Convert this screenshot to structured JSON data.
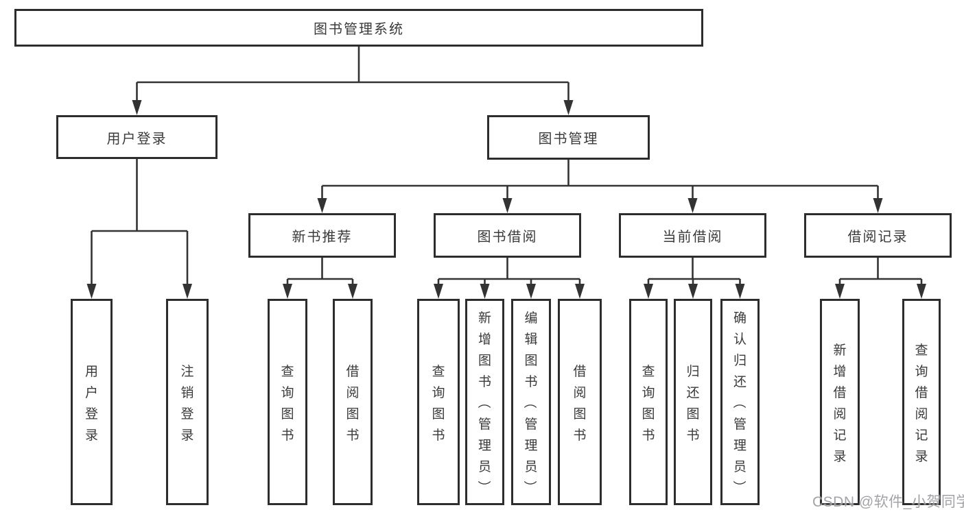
{
  "diagram": {
    "title": "图书管理系统",
    "root": {
      "label": "图书管理系统"
    },
    "branches": [
      {
        "label": "用户登录",
        "children": [
          {
            "label": "用户登录"
          },
          {
            "label": "注销登录"
          }
        ]
      },
      {
        "label": "图书管理",
        "children": [
          {
            "label": "新书推荐",
            "children": [
              {
                "label": "查询图书"
              },
              {
                "label": "借阅图书"
              }
            ]
          },
          {
            "label": "图书借阅",
            "children": [
              {
                "label": "查询图书"
              },
              {
                "label": "新增图书（管理员）"
              },
              {
                "label": "编辑图书（管理员）"
              },
              {
                "label": "借阅图书"
              }
            ]
          },
          {
            "label": "当前借阅",
            "children": [
              {
                "label": "查询图书"
              },
              {
                "label": "归还图书"
              },
              {
                "label": "确认归还（管理员）"
              }
            ]
          },
          {
            "label": "借阅记录",
            "children": [
              {
                "label": "新增借阅记录"
              },
              {
                "label": "查询借阅记录"
              }
            ]
          }
        ]
      }
    ]
  },
  "watermark": {
    "text": "CSDN @软件_小贺同学"
  },
  "colors": {
    "line": "#333333",
    "border": "#2d2d2d",
    "text": "#3a3a3a",
    "watermark": "#9b9ba2",
    "background": "#ffffff"
  }
}
